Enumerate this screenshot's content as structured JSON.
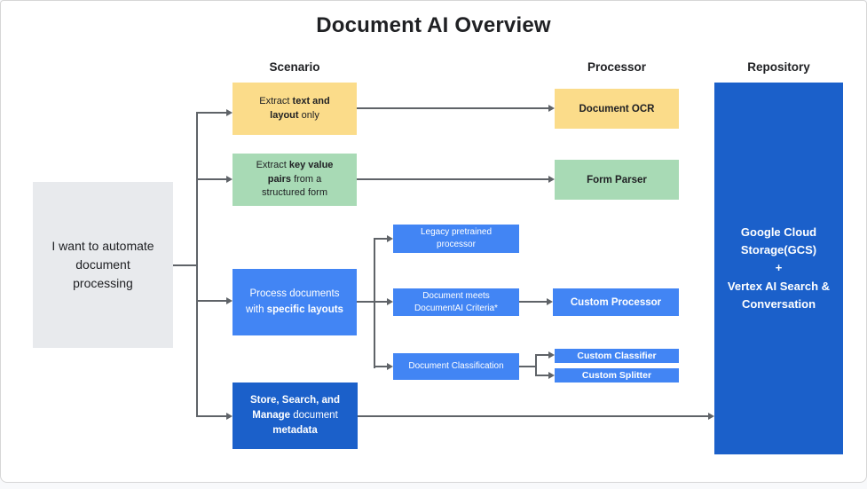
{
  "colors": {
    "line": "#5f6368",
    "yellow": "#fbdc8a",
    "green": "#a8dab5",
    "blue": "#4285f4",
    "darkblue": "#1b60ca",
    "gray-node": "#e8eaed",
    "ink": "#202124",
    "page-bg": "#f8f9fb",
    "border": "#d6d6d6"
  },
  "title": "Document AI Overview",
  "columns": {
    "scenario": "Scenario",
    "processor": "Processor",
    "repository": "Repository"
  },
  "nodes": {
    "root": {
      "l1": "I want to automate",
      "l2": "document",
      "l3": "processing"
    },
    "extract_text": {
      "l1pre": "Extract ",
      "l1bold": "text and",
      "l2bold": "layout",
      "l2post": " only"
    },
    "document_ocr": {
      "label": "Document OCR"
    },
    "extract_kv": {
      "l1pre": "Extract ",
      "l1bold": "key value",
      "l2bold": "pairs",
      "l2post": " from a",
      "l3": "structured form"
    },
    "form_parser": {
      "label": "Form Parser"
    },
    "process_layouts": {
      "l1": "Process documents",
      "l2pre": "with ",
      "l2bold": "specific layouts"
    },
    "legacy": {
      "l1": "Legacy pretrained",
      "l2": "processor"
    },
    "criteria": {
      "l1": "Document meets",
      "l2": "DocumentAI Criteria*"
    },
    "classification": {
      "label": "Document Classification"
    },
    "custom_processor": {
      "label": "Custom Processor"
    },
    "custom_classifier": {
      "label": "Custom Classifier"
    },
    "custom_splitter": {
      "label": "Custom Splitter"
    },
    "store": {
      "l1": "Store, Search, and",
      "l2bold": "Manage",
      "l2post": " document",
      "l3": "metadata"
    },
    "repository": {
      "l1": "Google Cloud",
      "l2": "Storage(GCS)",
      "l3": "+",
      "l4": "Vertex AI Search &",
      "l5": "Conversation"
    }
  }
}
